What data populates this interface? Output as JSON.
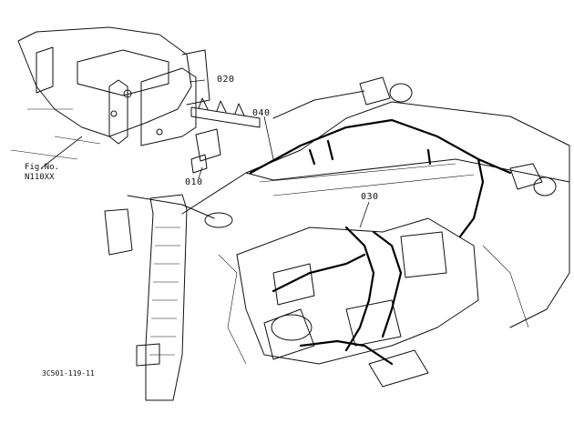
{
  "callouts": {
    "p010": "010",
    "p020": "020",
    "p030": "030",
    "p040": "040"
  },
  "figure_ref": {
    "label": "Fig.No.",
    "number": "N110XX"
  },
  "drawing_code": "3C501-119-11"
}
